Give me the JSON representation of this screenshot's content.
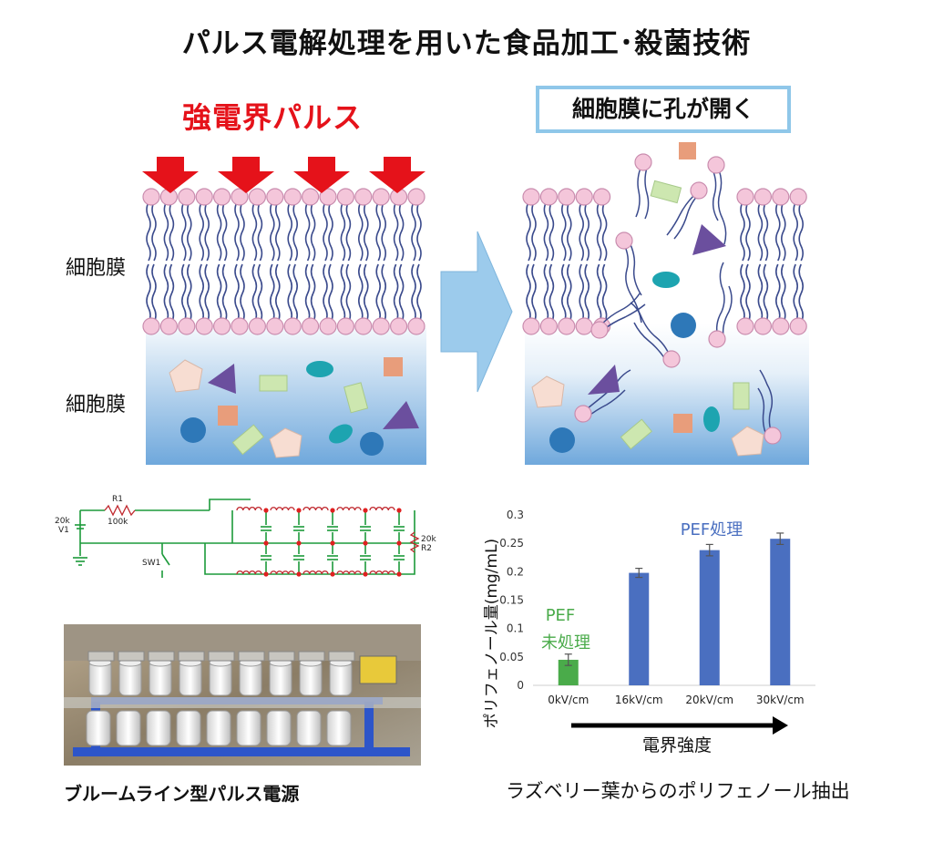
{
  "title": "パルス電解処理を用いた食品加工･殺菌技術",
  "left_panel": {
    "heading": "強電界パルス",
    "label_membrane": "細胞膜",
    "label_inside": "細胞膜"
  },
  "right_panel": {
    "heading": "細胞膜に孔が開く"
  },
  "circuit": {
    "r1_name": "R1",
    "r1_value": "100k",
    "v1_value": "20k",
    "v1_name": "V1",
    "switch_name": "SW1",
    "r2_value": "20k",
    "r2_name": "R2"
  },
  "photo_caption": "ブルームライン型パルス電源",
  "chart_caption": "ラズベリー葉からのポリフェノール抽出",
  "colors": {
    "pulse_red": "#e5121a",
    "lipid_head": "#f4c6da",
    "lipid_tail": "#3a4a8c",
    "cytoplasm_top": "#eef5fb",
    "cytoplasm_bottom": "#6fa8dc",
    "arrow_blue": "#9ccbec",
    "bar_untreated": "#4aab4a",
    "bar_treated": "#4a6fc0"
  },
  "chart_data": {
    "type": "bar",
    "categories": [
      "0kV/cm",
      "16kV/cm",
      "20kV/cm",
      "30kV/cm"
    ],
    "values": [
      0.045,
      0.198,
      0.238,
      0.258
    ],
    "errors": [
      0.01,
      0.008,
      0.01,
      0.01
    ],
    "ylabel": "ポリフェノール量(mg/mL)",
    "xlabel": "電界強度",
    "ylim": [
      0,
      0.3
    ],
    "yticks": [
      0,
      0.05,
      0.1,
      0.15,
      0.2,
      0.25,
      0.3
    ],
    "annotations": {
      "untreated_line1": "PEF",
      "untreated_line2": "未処理",
      "treated": "PEF処理"
    },
    "grid": false
  }
}
